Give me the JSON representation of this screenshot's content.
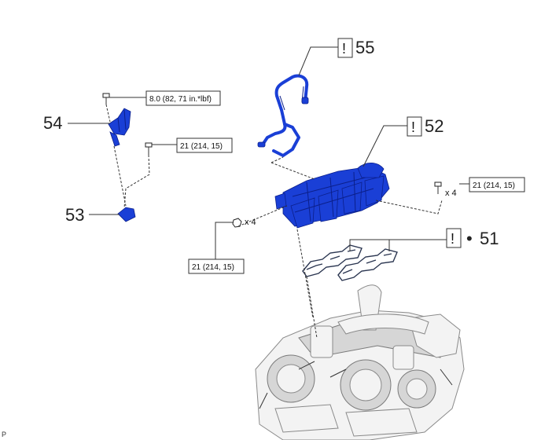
{
  "parts": {
    "p51": {
      "number": "51",
      "prefix": "•"
    },
    "p52": {
      "number": "52"
    },
    "p53": {
      "number": "53"
    },
    "p54": {
      "number": "54"
    },
    "p55": {
      "number": "55"
    }
  },
  "warning_symbol": "!",
  "torque": {
    "bracket_bolt": "8.0 (82, 71 in.*lbf)",
    "sensor_bolt": "21 (214, 15)",
    "manifold_bolt_right": "21 (214, 15)",
    "manifold_nut_left": "21 (214, 15)"
  },
  "quantities": {
    "right_bolts": "x 4",
    "left_nuts": "x 4"
  },
  "corner_mark": "P",
  "colors": {
    "part_highlight": "#1a3fd6",
    "engine": "#f3f3f3",
    "line": "#333333"
  }
}
